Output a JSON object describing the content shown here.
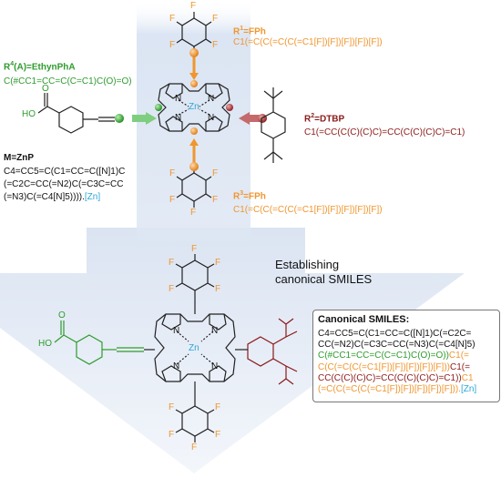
{
  "top": {
    "r1": {
      "label": "R1=FPh",
      "sup": "1",
      "base": "R",
      "rest": "=FPh",
      "smiles": "C1(=C(C(=C(C(=C1[F])[F])[F])[F])[F])"
    },
    "r2": {
      "base": "R",
      "sup": "2",
      "rest": "=DTBP",
      "smiles": "C1(=CC(C(C)(C)C)=CC(C(C)(C)C)=C1)"
    },
    "r3": {
      "base": "R",
      "sup": "3",
      "rest": "=FPh",
      "smiles": "C1(=C(C(=C(C(=C1[F])[F])[F])[F])[F])"
    },
    "r4": {
      "base": "R",
      "sup": "4",
      "rest": "(A)=EthynPhA",
      "smiles": "C(#CC1=CC=C(C=C1)C(O)=O)"
    },
    "m": {
      "label": "M=ZnP",
      "smiles_lines": [
        "C4=CC5=C(C1=CC=C([N]1)C",
        "(=C2C=CC(=N2)C(=C3C=CC",
        "(=N3)C(=C4[N]5)))).[Zn]"
      ],
      "zn_tag": "[Zn]"
    }
  },
  "atoms": {
    "zn": "Zn",
    "n": "N",
    "f": "F",
    "o": "O",
    "ho": "HO"
  },
  "arrow_text": [
    "Establishing",
    "canonical SMILES"
  ],
  "canonical": {
    "title": "Canonical SMILES:",
    "lines": [
      [
        {
          "t": "C4=CC5=C(C1=CC=C([N]1)C(=C2C=",
          "c": "black"
        }
      ],
      [
        {
          "t": "CC(=N2)C(=C3C=CC(=N3)C(=C4[N]5)",
          "c": "black"
        }
      ],
      [
        {
          "t": "C(#CC1=CC=C(C=C1)C(O)=O))",
          "c": "green"
        },
        {
          "t": "C1(=",
          "c": "orange"
        }
      ],
      [
        {
          "t": "C(C(=C(C(=C1[F])[F])[F])[F])[F]))",
          "c": "orange"
        },
        {
          "t": "C1(=",
          "c": "red"
        }
      ],
      [
        {
          "t": "CC(C(C)(C)C)=CC(C(C)(C)C)=C1))",
          "c": "red"
        },
        {
          "t": "C1",
          "c": "orange"
        }
      ],
      [
        {
          "t": "(=C(C(=C(C(=C1[F])[F])[F])[F])[F])).",
          "c": "orange"
        },
        {
          "t": "[Zn]",
          "c": "blue"
        }
      ]
    ]
  },
  "colors": {
    "orange": "#f0962f",
    "green": "#2f9b2f",
    "red": "#8b1a1a",
    "blue": "#2aa7d6",
    "panel": "#dde6f3"
  }
}
